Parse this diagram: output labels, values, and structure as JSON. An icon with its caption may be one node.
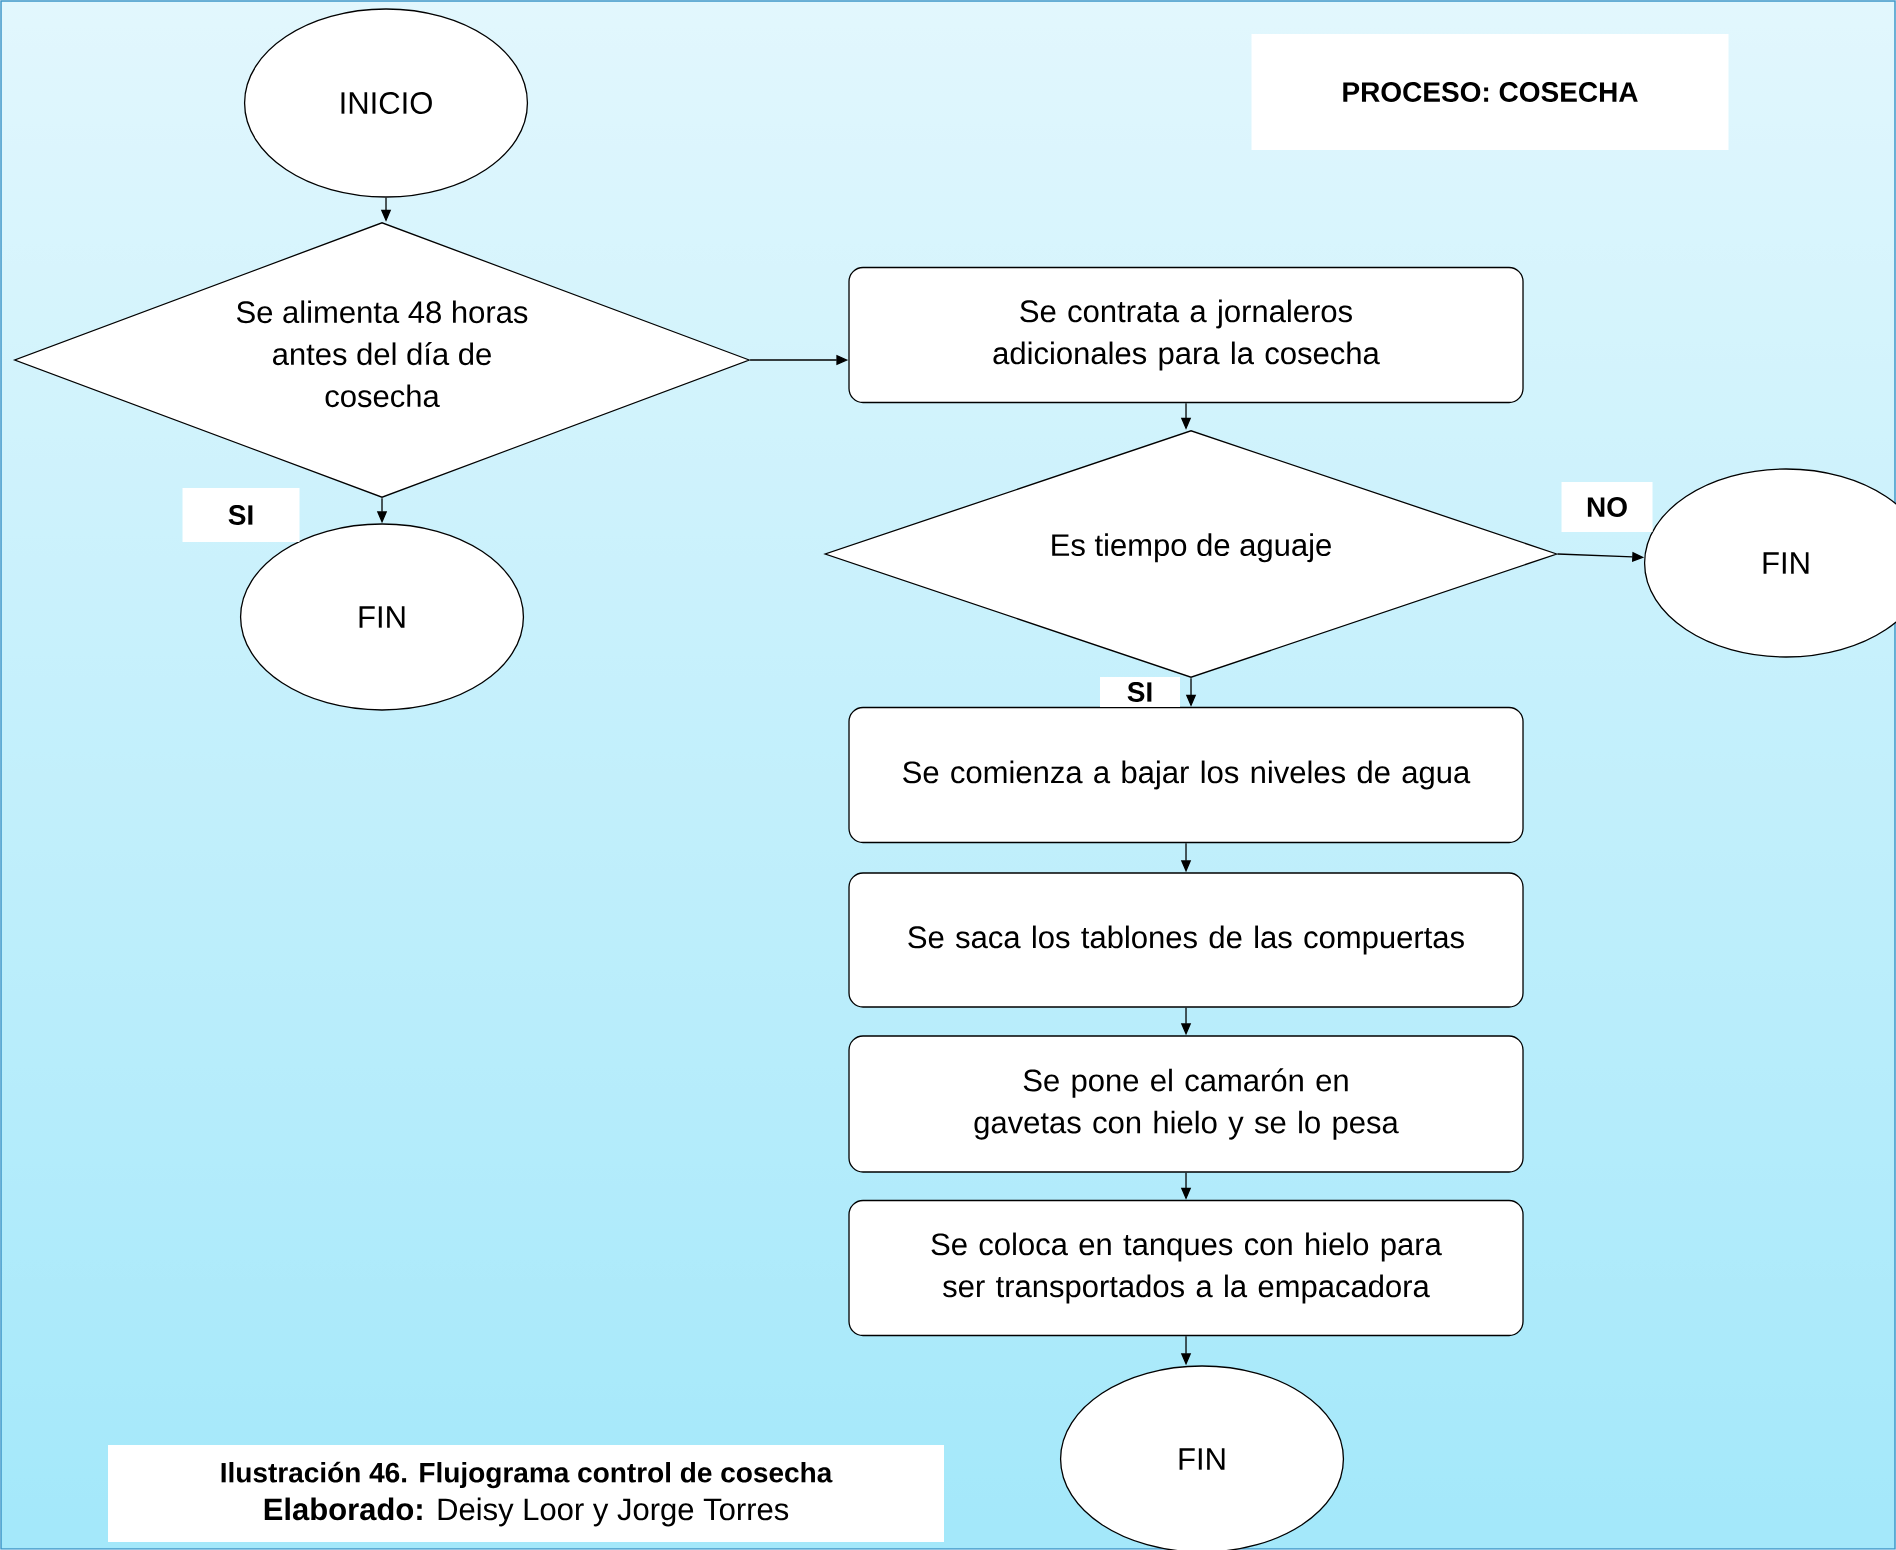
{
  "diagram": {
    "title": "PROCESO: COSECHA",
    "caption": "Ilustración 46.  Flujograma control de cosecha",
    "nodes": [
      {
        "text": [
          "INICIO"
        ]
      },
      {
        "text": [
          "Se alimenta 48 horas antes del día de cosecha"
        ]
      },
      {
        "text": [
          "Se contrata a jornaleros adicionales para la cosecha"
        ]
      },
      {
        "text": [
          "Es tiempo de aguaje"
        ]
      },
      {
        "text": [
          "FIN"
        ]
      },
      {
        "text": [
          "FIN"
        ]
      },
      {
        "text": [
          "Se comienza a bajar los niveles de agua"
        ]
      },
      {
        "text": [
          "Se saca los tablones de las compuertas"
        ]
      },
      {
        "text": [
          "Se pone el camarón en gavetas con hielo y se lo pesa"
        ]
      },
      {
        "text": [
          "Se coloca en tanques con hielo para ser transportados a la empacadora"
        ]
      },
      {
        "text": [
          "FIN"
        ]
      }
    ],
    "edges": [
      {
        "from": 0,
        "to": 1,
        "arrow": "to"
      },
      {
        "from": 1,
        "to": 2,
        "arrow": "to"
      },
      {
        "from": 1,
        "to": 4,
        "arrow": "to",
        "label": "SI"
      },
      {
        "from": 2,
        "to": 3,
        "arrow": "to"
      },
      {
        "from": 3,
        "to": 5,
        "arrow": "to",
        "label": "NO"
      },
      {
        "from": 3,
        "to": 6,
        "arrow": "to",
        "label": "SI"
      },
      {
        "from": 6,
        "to": 7,
        "arrow": "to"
      },
      {
        "from": 7,
        "to": 8,
        "arrow": "to"
      },
      {
        "from": 8,
        "to": 9,
        "arrow": "to"
      },
      {
        "from": 9,
        "to": 10,
        "arrow": "to"
      }
    ],
    "labels": [
      "**Elaborado:** Deisy Loor y Jorge Torres"
    ]
  }
}
